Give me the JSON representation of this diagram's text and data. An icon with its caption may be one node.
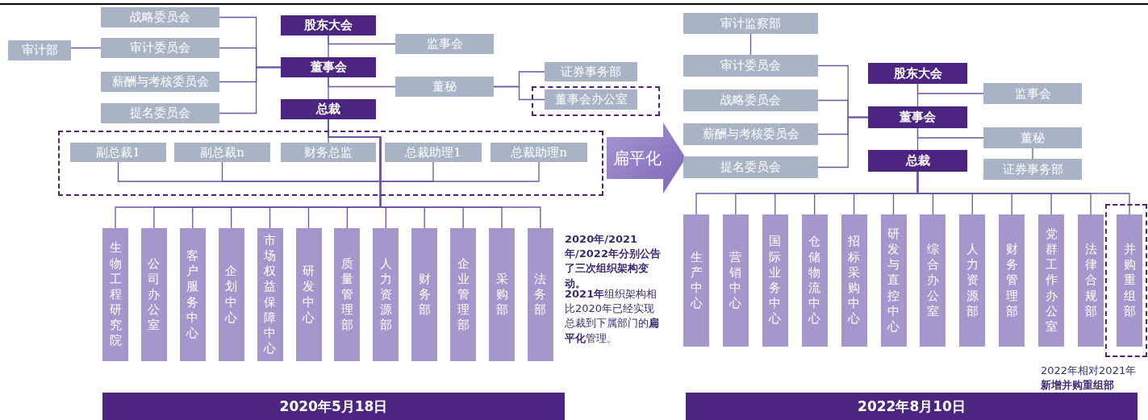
{
  "diagram": {
    "nodes": [
      {
        "text": [
          "战略委员会"
        ]
      },
      {
        "text": [
          "审计部"
        ]
      },
      {
        "text": [
          "审计委员会"
        ]
      },
      {
        "text": [
          "薪酬与考核委员会"
        ]
      },
      {
        "text": [
          "提名委员会"
        ]
      },
      {
        "text": [
          "股东大会"
        ]
      },
      {
        "text": [
          "监事会"
        ]
      },
      {
        "text": [
          "董事会"
        ]
      },
      {
        "text": [
          "董秘"
        ]
      },
      {
        "text": [
          "证券事务部"
        ]
      },
      {
        "text": [],
        "shape": "box"
      },
      {
        "text": [
          "董事会办公室"
        ],
        "in": 10
      },
      {
        "text": [
          "总裁"
        ]
      },
      {
        "text": [],
        "shape": "box"
      },
      {
        "text": [
          "副总裁1"
        ],
        "in": 13
      },
      {
        "text": [
          "副总裁n"
        ],
        "in": 13
      },
      {
        "text": [
          "财务总监"
        ],
        "in": 13
      },
      {
        "text": [
          "总裁助理1"
        ],
        "in": 13
      },
      {
        "text": [
          "总裁助理n"
        ],
        "in": 13
      },
      {
        "text": [
          "生物工程研究院"
        ]
      },
      {
        "text": [
          "公司办公室"
        ]
      },
      {
        "text": [
          "客户服务中心"
        ]
      },
      {
        "text": [
          "企划中心"
        ]
      },
      {
        "text": [
          "市场权益保障中心"
        ]
      },
      {
        "text": [
          "研发中心"
        ]
      },
      {
        "text": [
          "质量管理部"
        ]
      },
      {
        "text": [
          "人力资源部"
        ]
      },
      {
        "text": [
          "财务部"
        ]
      },
      {
        "text": [
          "企业管理部"
        ]
      },
      {
        "text": [
          "采购部"
        ]
      },
      {
        "text": [
          "法务部"
        ]
      },
      {
        "text": [
          "2020年5月18日"
        ]
      },
      {
        "text": [
          "扁平化"
        ]
      },
      {
        "text": [
          "审计监察部"
        ]
      },
      {
        "text": [
          "审计委员会"
        ]
      },
      {
        "text": [
          "战略委员会"
        ]
      },
      {
        "text": [
          "薪酬与考核委员会"
        ]
      },
      {
        "text": [
          "提名委员会"
        ]
      },
      {
        "text": [
          "股东大会"
        ]
      },
      {
        "text": [
          "监事会"
        ]
      },
      {
        "text": [
          "董事会"
        ]
      },
      {
        "text": [
          "董秘"
        ]
      },
      {
        "text": [
          "证券事务部"
        ]
      },
      {
        "text": [
          "总裁"
        ]
      },
      {
        "text": [
          "生产中心"
        ]
      },
      {
        "text": [
          "营销中心"
        ]
      },
      {
        "text": [
          "国际业务中心"
        ]
      },
      {
        "text": [
          "仓储物流中心"
        ]
      },
      {
        "text": [
          "招标采购中心"
        ]
      },
      {
        "text": [
          "研发与直控中心"
        ]
      },
      {
        "text": [
          "综合办公室"
        ]
      },
      {
        "text": [
          "人力资源部"
        ]
      },
      {
        "text": [
          "财务管理部"
        ]
      },
      {
        "text": [
          "党群工作办公室"
        ]
      },
      {
        "text": [
          "法律合规部"
        ]
      },
      {
        "text": [],
        "shape": "box"
      },
      {
        "text": [
          "并购重组部"
        ],
        "in": 55
      },
      {
        "text": [
          "2022年8月10日"
        ]
      }
    ],
    "edges": [
      {
        "from": 7,
        "to": 0,
        "arrow": "none"
      },
      {
        "from": 7,
        "to": 2,
        "arrow": "none"
      },
      {
        "from": 7,
        "to": 3,
        "arrow": "none"
      },
      {
        "from": 7,
        "to": 4,
        "arrow": "none"
      },
      {
        "from": 1,
        "to": 2,
        "arrow": "none"
      },
      {
        "from": 5,
        "to": 7,
        "arrow": "none"
      },
      {
        "from": 5,
        "to": 6,
        "arrow": "none"
      },
      {
        "from": 7,
        "to": 8,
        "arrow": "none"
      },
      {
        "from": 7,
        "to": 12,
        "arrow": "none"
      },
      {
        "from": 8,
        "to": 9,
        "arrow": "none"
      },
      {
        "from": 8,
        "to": 11,
        "arrow": "none"
      },
      {
        "from": 12,
        "to": 14,
        "arrow": "none"
      },
      {
        "from": 12,
        "to": 15,
        "arrow": "none"
      },
      {
        "from": 12,
        "to": 16,
        "arrow": "none"
      },
      {
        "from": 12,
        "to": 17,
        "arrow": "none"
      },
      {
        "from": 12,
        "to": 18,
        "arrow": "none"
      },
      {
        "from": 12,
        "to": 19,
        "arrow": "none"
      },
      {
        "from": 12,
        "to": 20,
        "arrow": "none"
      },
      {
        "from": 12,
        "to": 21,
        "arrow": "none"
      },
      {
        "from": 12,
        "to": 22,
        "arrow": "none"
      },
      {
        "from": 12,
        "to": 23,
        "arrow": "none"
      },
      {
        "from": 12,
        "to": 24,
        "arrow": "none"
      },
      {
        "from": 12,
        "to": 25,
        "arrow": "none"
      },
      {
        "from": 12,
        "to": 26,
        "arrow": "none"
      },
      {
        "from": 12,
        "to": 27,
        "arrow": "none"
      },
      {
        "from": 12,
        "to": 28,
        "arrow": "none"
      },
      {
        "from": 12,
        "to": 29,
        "arrow": "none"
      },
      {
        "from": 12,
        "to": 30,
        "arrow": "none"
      },
      {
        "from": 33,
        "to": 34,
        "arrow": "none"
      },
      {
        "from": 40,
        "to": 34,
        "arrow": "none"
      },
      {
        "from": 40,
        "to": 35,
        "arrow": "none"
      },
      {
        "from": 40,
        "to": 36,
        "arrow": "none"
      },
      {
        "from": 40,
        "to": 37,
        "arrow": "none"
      },
      {
        "from": 38,
        "to": 40,
        "arrow": "none"
      },
      {
        "from": 38,
        "to": 39,
        "arrow": "none"
      },
      {
        "from": 40,
        "to": 41,
        "arrow": "none"
      },
      {
        "from": 41,
        "to": 42,
        "arrow": "none"
      },
      {
        "from": 40,
        "to": 43,
        "arrow": "none"
      },
      {
        "from": 43,
        "to": 44,
        "arrow": "none"
      },
      {
        "from": 43,
        "to": 45,
        "arrow": "none"
      },
      {
        "from": 43,
        "to": 46,
        "arrow": "none"
      },
      {
        "from": 43,
        "to": 47,
        "arrow": "none"
      },
      {
        "from": 43,
        "to": 48,
        "arrow": "none"
      },
      {
        "from": 43,
        "to": 49,
        "arrow": "none"
      },
      {
        "from": 43,
        "to": 50,
        "arrow": "none"
      },
      {
        "from": 43,
        "to": 51,
        "arrow": "none"
      },
      {
        "from": 43,
        "to": 52,
        "arrow": "none"
      },
      {
        "from": 43,
        "to": 53,
        "arrow": "none"
      },
      {
        "from": 43,
        "to": 54,
        "arrow": "none"
      },
      {
        "from": 43,
        "to": 56,
        "arrow": "none"
      }
    ],
    "labels": [
      "2020年/2021年/2022年分别公告了三次组织架构变动。",
      "**2021年**组织架构相比2020年已经实现总裁到下属部门的**扁平化**管理。",
      "2022年相对2021年**新增并购重组部**"
    ]
  }
}
